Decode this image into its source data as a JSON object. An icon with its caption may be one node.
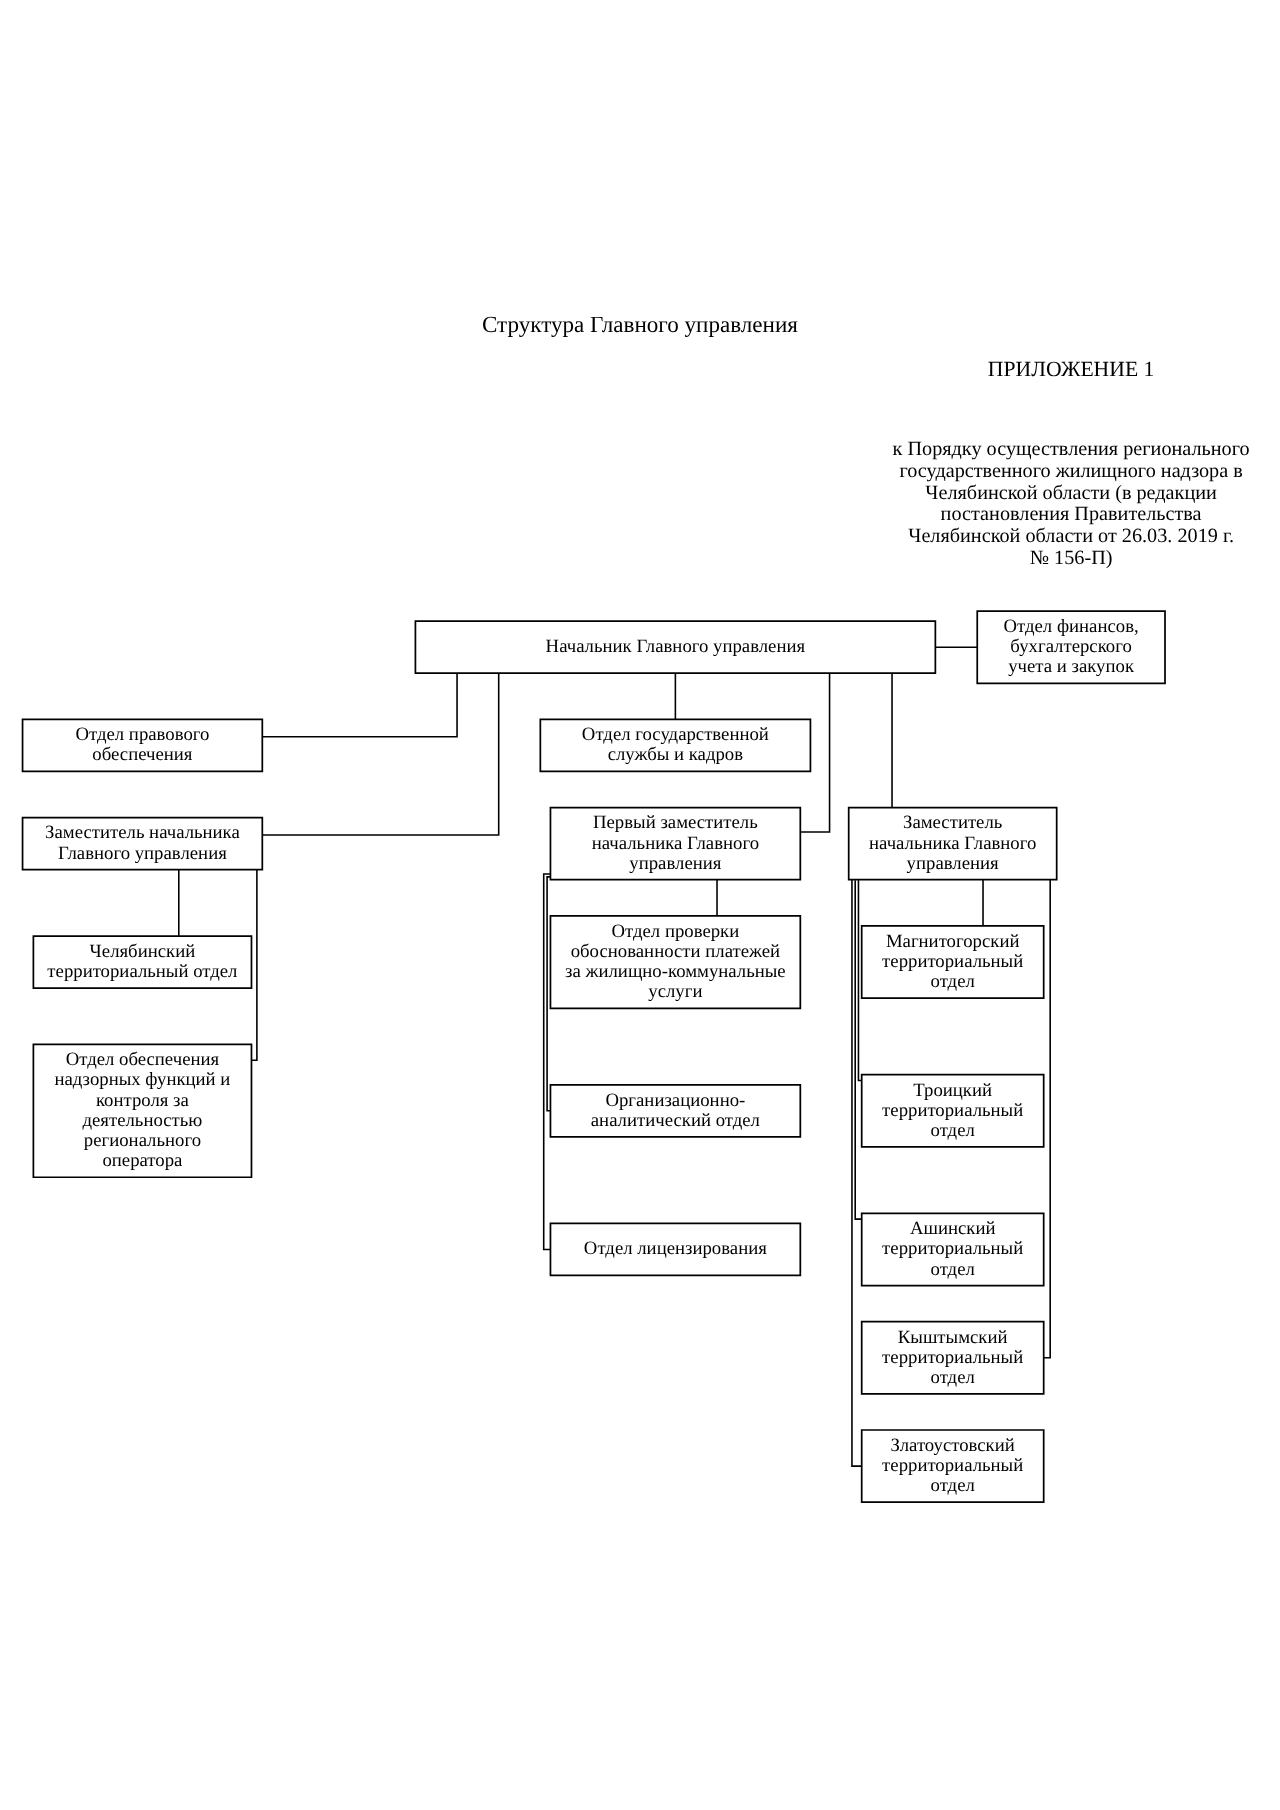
{
  "diagram": {
    "title": "Структура Главного управления",
    "nodes": [
      {
        "text": [
          "Начальник Главного управления"
        ]
      },
      {
        "text": [
          "Отдел финансов, бухгалтерского учета и закупок"
        ]
      },
      {
        "text": [
          "Отдел правового обеспечения"
        ]
      },
      {
        "text": [
          "Отдел государственной службы и кадров"
        ]
      },
      {
        "text": [
          "Заместитель начальника Главного управления"
        ]
      },
      {
        "text": [
          "Первый заместитель начальника Главного управления"
        ]
      },
      {
        "text": [
          "Заместитель начальника Главного управления"
        ]
      },
      {
        "text": [
          "Челябинский территориальный отдел"
        ]
      },
      {
        "text": [
          "Отдел обеспечения надзорных функций и контроля за деятельностью регионального оператора"
        ]
      },
      {
        "text": [
          "Отдел проверки обоснованности платежей за жилищно-коммунальные услуги"
        ]
      },
      {
        "text": [
          "Организационно-аналитический отдел"
        ]
      },
      {
        "text": [
          "Отдел лицензирования"
        ]
      },
      {
        "text": [
          "Магнитогорский территориальный отдел"
        ]
      },
      {
        "text": [
          "Троицкий территориальный отдел"
        ]
      },
      {
        "text": [
          "Ашинский территориальный отдел"
        ]
      },
      {
        "text": [
          "Кыштымский территориальный отдел"
        ]
      },
      {
        "text": [
          "Златоустовский территориальный отдел"
        ]
      }
    ],
    "edges": [
      {
        "from": 0,
        "to": 1,
        "arrow": "none"
      },
      {
        "from": 0,
        "to": 2,
        "arrow": "none"
      },
      {
        "from": 0,
        "to": 3,
        "arrow": "none"
      },
      {
        "from": 0,
        "to": 4,
        "arrow": "none"
      },
      {
        "from": 0,
        "to": 5,
        "arrow": "none"
      },
      {
        "from": 0,
        "to": 6,
        "arrow": "none"
      },
      {
        "from": 4,
        "to": 7,
        "arrow": "none"
      },
      {
        "from": 4,
        "to": 8,
        "arrow": "none"
      },
      {
        "from": 5,
        "to": 9,
        "arrow": "none"
      },
      {
        "from": 5,
        "to": 10,
        "arrow": "none"
      },
      {
        "from": 5,
        "to": 11,
        "arrow": "none"
      },
      {
        "from": 6,
        "to": 12,
        "arrow": "none"
      },
      {
        "from": 6,
        "to": 13,
        "arrow": "none"
      },
      {
        "from": 6,
        "to": 14,
        "arrow": "none"
      },
      {
        "from": 6,
        "to": 15,
        "arrow": "none"
      },
      {
        "from": 6,
        "to": 16,
        "arrow": "none"
      }
    ],
    "labels": [
      "ПРИЛОЖЕНИЕ 1",
      "к Порядку осуществления регионального государственного жилищного надзора в Челябинской области (в редакции постановления Правительства Челябинской области от 26.03. 2019 г. № 156-П)"
    ]
  }
}
